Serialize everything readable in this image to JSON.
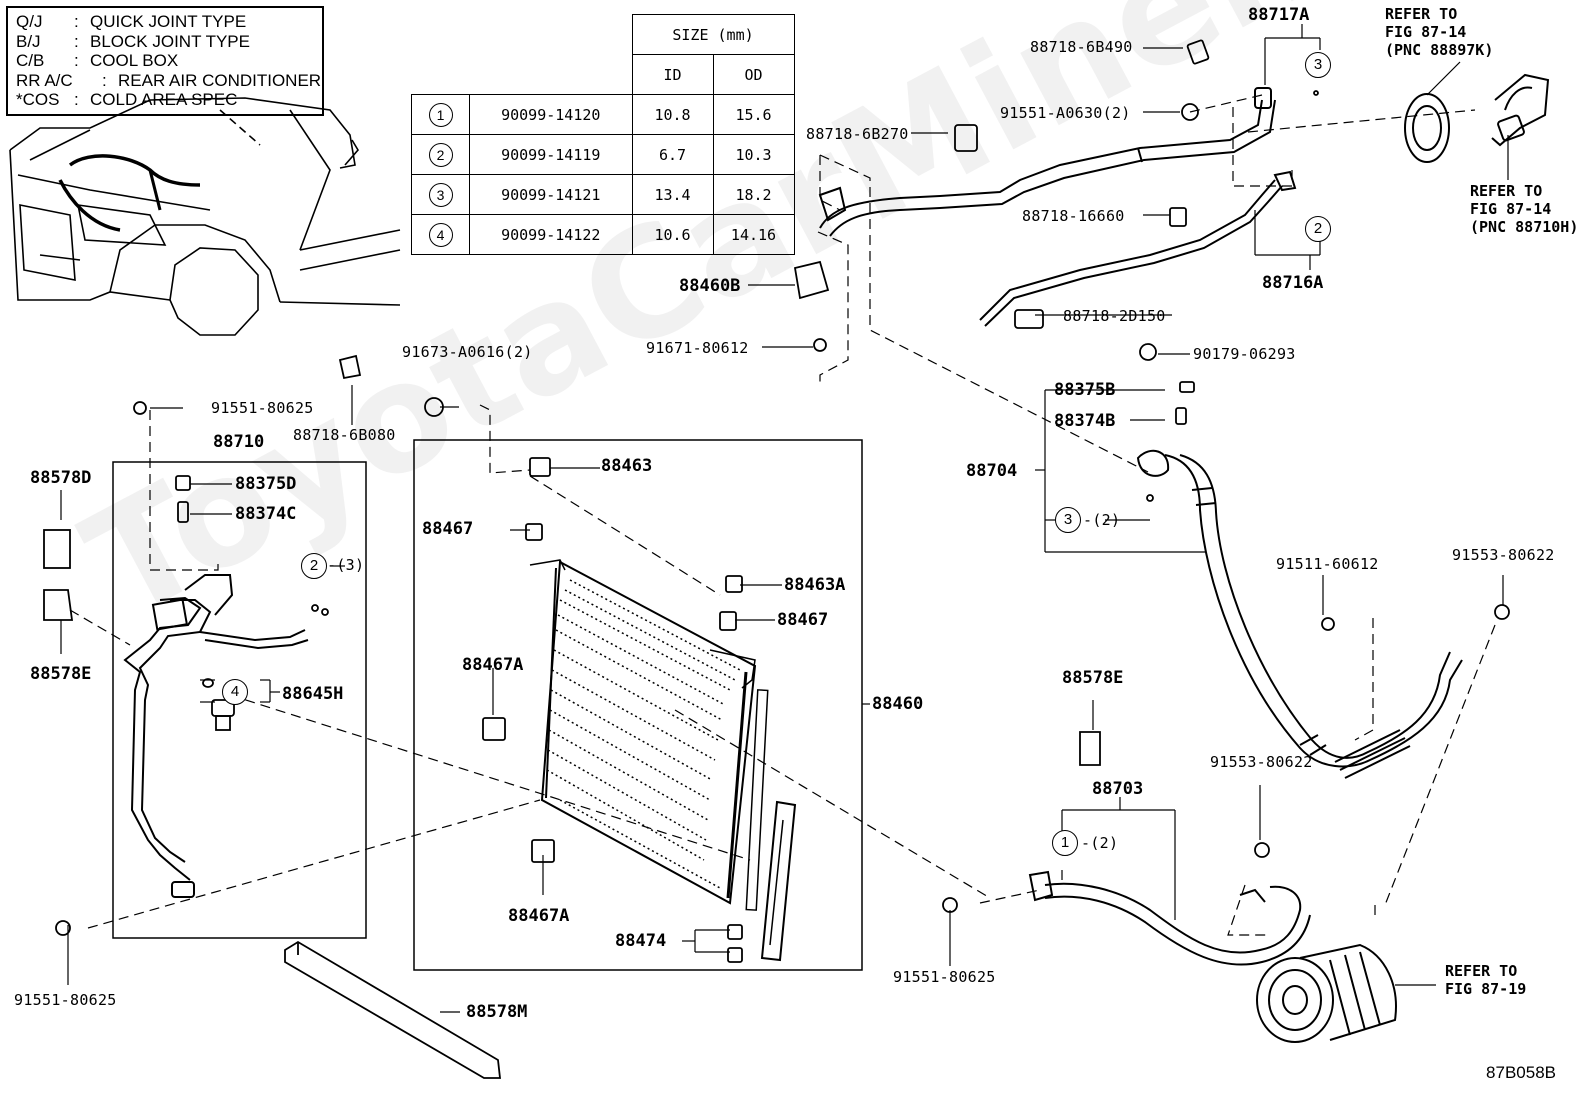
{
  "abbreviations": [
    {
      "key": "Q/J",
      "sep": ":",
      "value": "QUICK JOINT TYPE"
    },
    {
      "key": "B/J",
      "sep": ":",
      "value": "BLOCK JOINT TYPE"
    },
    {
      "key": "C/B",
      "sep": ":",
      "value": "COOL BOX"
    },
    {
      "key": "RR A/C",
      "sep": ":",
      "value": "REAR AIR CONDITIONER"
    },
    {
      "key": "*COS",
      "sep": ":",
      "value": "COLD AREA SPEC"
    }
  ],
  "size_table": {
    "header": "SIZE (mm)",
    "col_id": "ID",
    "col_od": "OD",
    "rows": [
      {
        "num": "1",
        "part": "90099-14120",
        "id": "10.8",
        "od": "15.6"
      },
      {
        "num": "2",
        "part": "90099-14119",
        "id": "6.7",
        "od": "10.3"
      },
      {
        "num": "3",
        "part": "90099-14121",
        "id": "13.4",
        "od": "18.2"
      },
      {
        "num": "4",
        "part": "90099-14122",
        "id": "10.6",
        "od": "14.16"
      }
    ]
  },
  "labels": {
    "p88717A": "88717A",
    "p88718_6B490": "88718-6B490",
    "p91551_A0630": "91551-A0630(2)",
    "p88718_6B270": "88718-6B270",
    "p88718_16660": "88718-16660",
    "p88716A": "88716A",
    "p88718_2D150": "88718-2D150",
    "p88460B": "88460B",
    "p91671_80612": "91671-80612",
    "p90179_06293": "90179-06293",
    "p88375B": "88375B",
    "p88374B": "88374B",
    "p88704": "88704",
    "p3_2": "-(2)",
    "p91673_A0616": "91673-A0616(2)",
    "p91551_80625_top": "91551-80625",
    "p88718_6B080": "88718-6B080",
    "p88710": "88710",
    "p88578D": "88578D",
    "p88375D": "88375D",
    "p88374C": "88374C",
    "p2_3": "-(3)",
    "p88578E_left": "88578E",
    "p88645H": "88645H",
    "p91551_80625_bl": "91551-80625",
    "p88463": "88463",
    "p88467_top": "88467",
    "p88463A": "88463A",
    "p88467_mid": "88467",
    "p88467A_1": "88467A",
    "p88460": "88460",
    "p88467A_2": "88467A",
    "p88474": "88474",
    "p88578M": "88578M",
    "p91511_60612": "91511-60612",
    "p91553_80622_r": "91553-80622",
    "p88578E_right": "88578E",
    "p88703": "88703",
    "p1_2": "-(2)",
    "p91553_80622_m": "91553-80622",
    "p91551_80625_bm": "91551-80625"
  },
  "circle_nums": {
    "c1": "1",
    "c2": "2",
    "c3": "3",
    "c4": "4"
  },
  "refer": {
    "r1": [
      "REFER TO",
      "FIG 87-14",
      "(PNC 88897K)"
    ],
    "r2": [
      "REFER TO",
      "FIG 87-14",
      "(PNC 88710H)"
    ],
    "r3": [
      "REFER TO",
      "FIG 87-19"
    ]
  },
  "watermark": "ToyotaCarMiner.ru",
  "diagram_code": "87B058B"
}
